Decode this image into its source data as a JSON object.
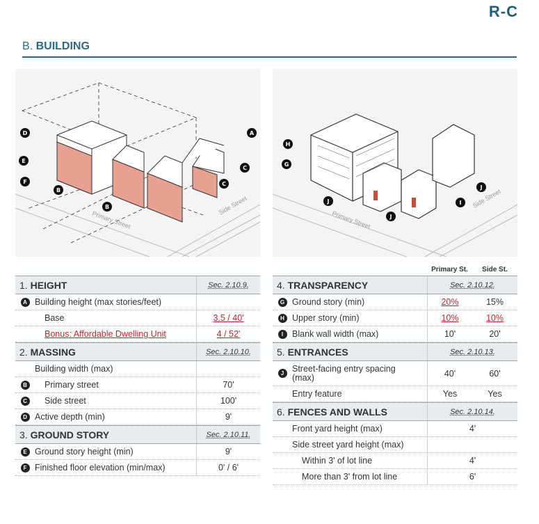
{
  "district": "R-C",
  "section": {
    "prefix": "B.",
    "title": "BUILDING"
  },
  "diagram_left": {
    "labels": [
      "A",
      "B",
      "C",
      "D",
      "E",
      "F"
    ],
    "street_labels": [
      "Primary Street",
      "Side Street"
    ]
  },
  "diagram_right": {
    "labels": [
      "G",
      "H",
      "I",
      "J"
    ],
    "street_labels": [
      "Primary Street",
      "Side Street"
    ]
  },
  "left_table": {
    "height": {
      "num": "1.",
      "title": "HEIGHT",
      "sec": "Sec. 2.10.9.",
      "rows": [
        {
          "badge": "A",
          "label": "Building height (max stories/feet)",
          "value": ""
        },
        {
          "badge": "",
          "label": "Base",
          "value": "3.5 / 40'"
        },
        {
          "badge": "",
          "label": "Bonus: Affordable Dwelling Unit",
          "value": "4 / 52'"
        }
      ]
    },
    "massing": {
      "num": "2.",
      "title": "MASSING",
      "sec": "Sec. 2.10.10.",
      "rows": [
        {
          "badge": "",
          "label": "Building width (max)",
          "value": ""
        },
        {
          "badge": "B",
          "label": "Primary street",
          "value": "70'"
        },
        {
          "badge": "C",
          "label": "Side street",
          "value": "100'"
        },
        {
          "badge": "D",
          "label": "Active depth (min)",
          "value": "9'"
        }
      ]
    },
    "ground": {
      "num": "3.",
      "title": "GROUND STORY",
      "sec": "Sec. 2.10.11.",
      "rows": [
        {
          "badge": "E",
          "label": "Ground story height (min)",
          "value": "9'"
        },
        {
          "badge": "F",
          "label": "Finished floor elevation (min/max)",
          "value": "0' / 6'"
        }
      ]
    }
  },
  "right_table": {
    "col_primary": "Primary St.",
    "col_side": "Side St.",
    "transparency": {
      "num": "4.",
      "title": "TRANSPARENCY",
      "sec": "Sec. 2.10.12.",
      "rows": [
        {
          "badge": "G",
          "label": "Ground story (min)",
          "primary": "20%",
          "side": "15%"
        },
        {
          "badge": "H",
          "label": "Upper story (min)",
          "primary": "10%",
          "side": "10%"
        },
        {
          "badge": "I",
          "label": "Blank wall width (max)",
          "primary": "10'",
          "side": "20'"
        }
      ]
    },
    "entrances": {
      "num": "5.",
      "title": "ENTRANCES",
      "sec": "Sec. 2.10.13.",
      "rows": [
        {
          "badge": "J",
          "label": "Street-facing entry spacing (max)",
          "primary": "40'",
          "side": "60'"
        },
        {
          "badge": "",
          "label": "Entry feature",
          "primary": "Yes",
          "side": "Yes"
        }
      ]
    },
    "fences": {
      "num": "6.",
      "title": "FENCES AND WALLS",
      "sec": "Sec. 2.10.14.",
      "rows": [
        {
          "label": "Front yard height (max)",
          "value": "4'"
        },
        {
          "label": "Side street yard height (max)",
          "value": ""
        },
        {
          "label": "Within 3' of lot line",
          "value": "4'"
        },
        {
          "label": "More than 3' from lot line",
          "value": "6'"
        }
      ]
    }
  },
  "colors": {
    "accent": "#2b6a86",
    "district": "#1f5f7a",
    "highlight": "#c0272d",
    "massing_fill": "#e8a090"
  }
}
